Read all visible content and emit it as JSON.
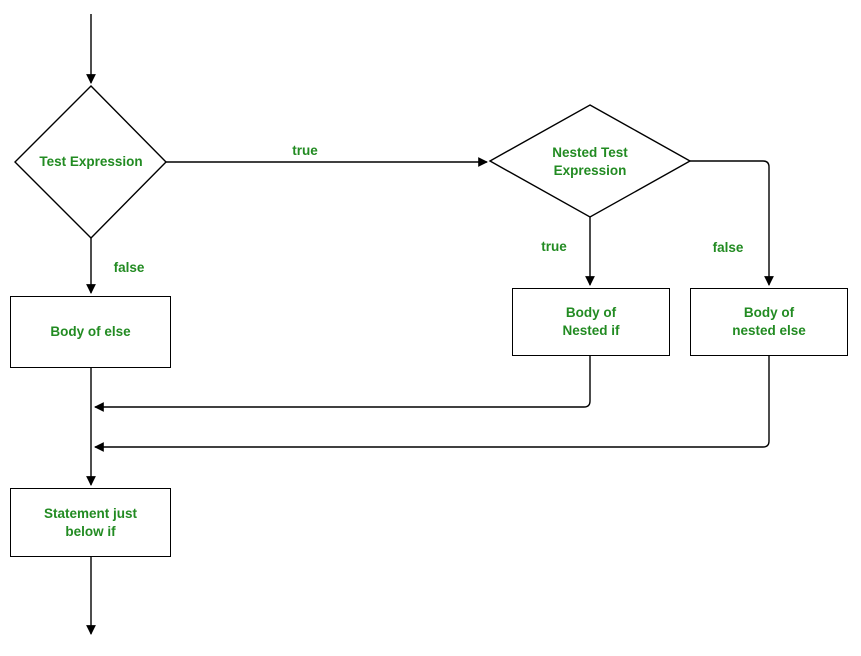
{
  "canvas": {
    "background_color": "#ffffff",
    "line_color": "#000000",
    "text_color": "#228B22"
  },
  "nodes": {
    "test_expression": {
      "label": "Test Expression",
      "shape": "diamond"
    },
    "nested_test_expression": {
      "label": "Nested Test\nExpression",
      "shape": "diamond"
    },
    "body_of_else": {
      "label": "Body of else",
      "shape": "rectangle"
    },
    "body_of_nested_if": {
      "label": "Body of\nNested if",
      "shape": "rectangle"
    },
    "body_of_nested_else": {
      "label": "Body of\nnested else",
      "shape": "rectangle"
    },
    "statement_below_if": {
      "label": "Statement just\nbelow if",
      "shape": "rectangle"
    }
  },
  "edge_labels": {
    "outer_true": "true",
    "outer_false": "false",
    "nested_true": "true",
    "nested_false": "false"
  }
}
